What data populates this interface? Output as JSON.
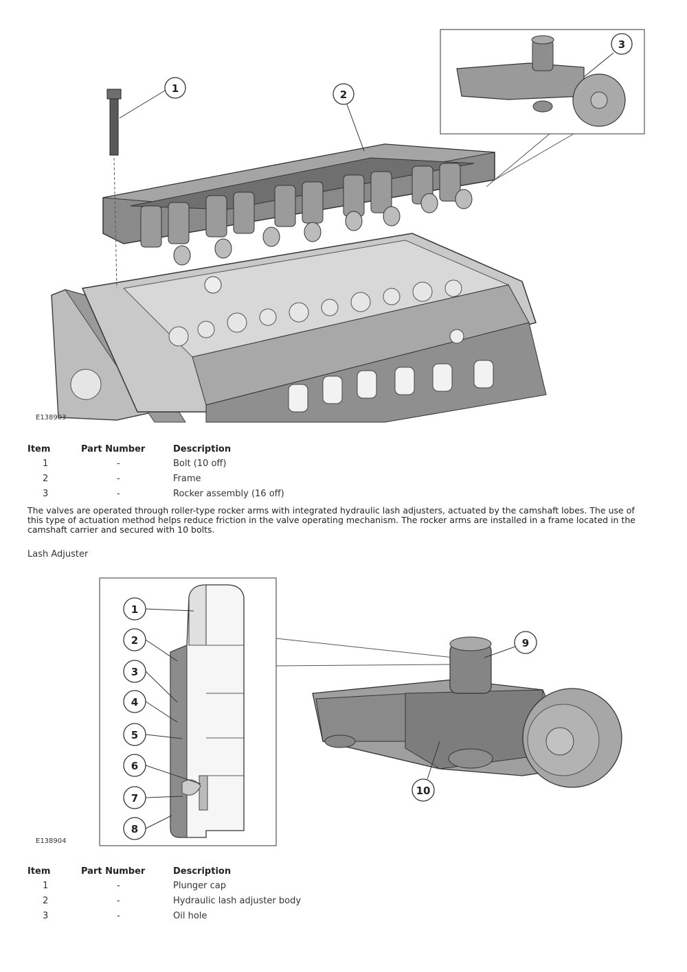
{
  "figure1": {
    "id": "E138903",
    "callouts": [
      "1",
      "2",
      "3"
    ]
  },
  "table1": {
    "headers": [
      "Item",
      "Part Number",
      "Description"
    ],
    "rows": [
      {
        "item": "1",
        "part": "-",
        "desc": "Bolt (10 off)"
      },
      {
        "item": "2",
        "part": "-",
        "desc": "Frame"
      },
      {
        "item": "3",
        "part": "-",
        "desc": "Rocker assembly (16 off)"
      }
    ]
  },
  "paragraph": "The valves are operated through roller-type rocker arms with integrated hydraulic lash adjusters, actuated by the camshaft lobes. The use of this type of actuation method helps reduce friction in the valve operating mechanism. The rocker arms are installed in a frame located in the camshaft carrier and secured with 10 bolts.",
  "subheading": "Lash Adjuster",
  "figure2": {
    "id": "E138904",
    "callouts": [
      "1",
      "2",
      "3",
      "4",
      "5",
      "6",
      "7",
      "8",
      "9",
      "10"
    ]
  },
  "table2": {
    "headers": [
      "Item",
      "Part Number",
      "Description"
    ],
    "rows": [
      {
        "item": "1",
        "part": "-",
        "desc": "Plunger cap"
      },
      {
        "item": "2",
        "part": "-",
        "desc": "Hydraulic lash adjuster body"
      },
      {
        "item": "3",
        "part": "-",
        "desc": "Oil hole"
      }
    ]
  }
}
